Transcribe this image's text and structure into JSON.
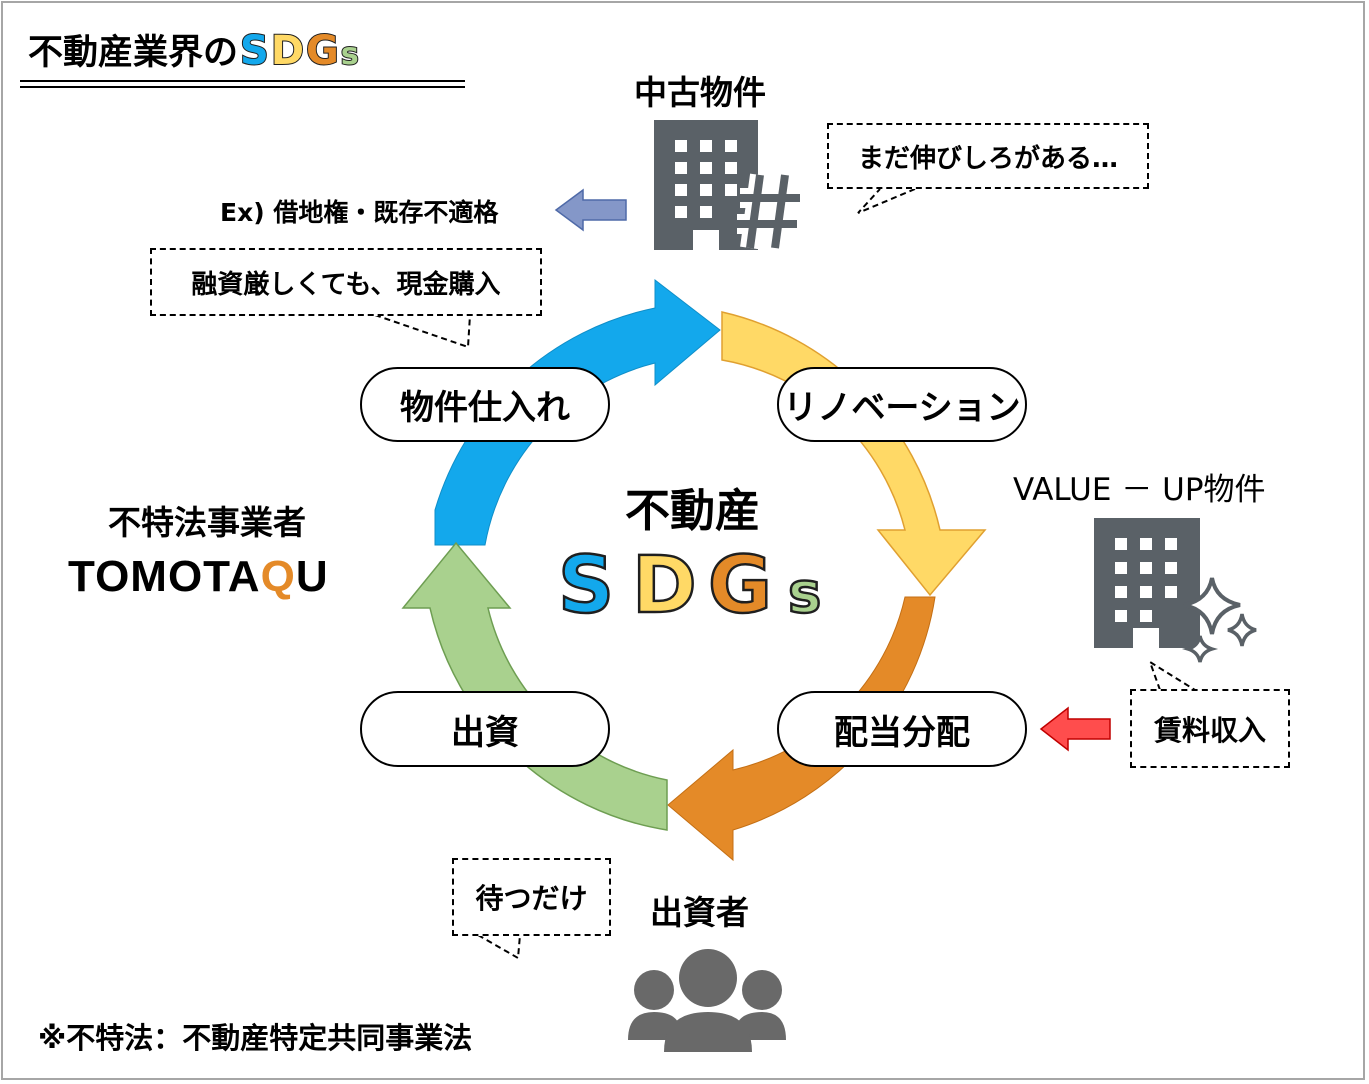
{
  "title": {
    "text": "不動産業界の",
    "sdgs_letters": [
      "S",
      "D",
      "G",
      "s"
    ]
  },
  "colors": {
    "blue": "#13a8ec",
    "yellow": "#ffd966",
    "orange": "#e48a28",
    "green": "#a9d18e",
    "building_gray": "#5a6167",
    "people_gray": "#696969",
    "arrow_lightblue": "#8497c8",
    "arrow_red": "#ff4d4d"
  },
  "center": {
    "heading": "不動産",
    "sdgs_letters": [
      "S",
      "D",
      "G",
      "s"
    ]
  },
  "cycle": {
    "purchase": "物件仕入れ",
    "renovation": "リノベーション",
    "dividend": "配当分配",
    "investment": "出資"
  },
  "used_property": {
    "title": "中古物件",
    "example": "Ex) 借地権・既存不適格",
    "icon": "building-hash-icon"
  },
  "callouts": {
    "potential": "まだ伸びしろがある…",
    "cash": "融資厳しくても、現金購入",
    "rent": "賃料収入",
    "wait": "待つだけ"
  },
  "value_up": {
    "title": "VALUE － UP物件",
    "icon": "building-sparkle-icon"
  },
  "investor": {
    "title": "出資者",
    "icon": "people-group-icon"
  },
  "company": {
    "label": "不特法事業者",
    "name_prefix": "TOMOTA",
    "name_accent": "Q",
    "name_suffix": "U"
  },
  "footnote": "※不特法：不動産特定共同事業法"
}
